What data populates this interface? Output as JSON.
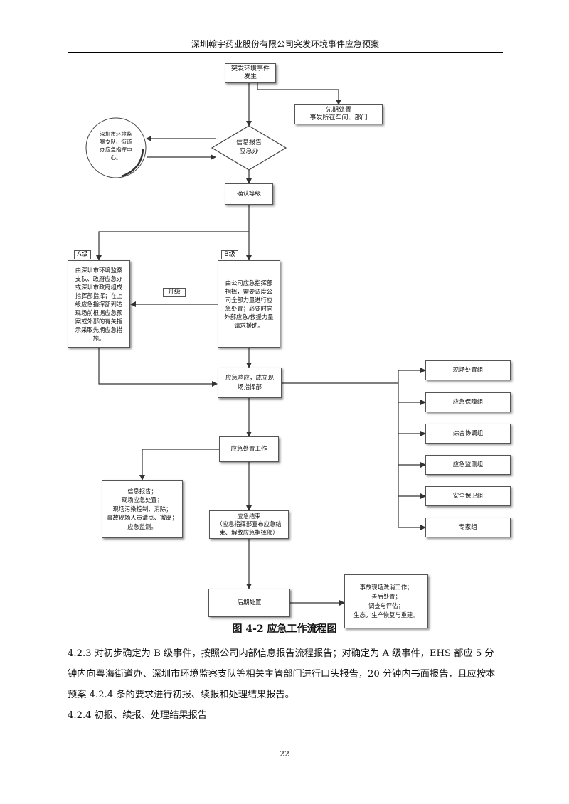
{
  "header": {
    "title": "深圳翰宇药业股份有限公司突发环境事件应急预案"
  },
  "flowchart": {
    "event": "突发环境事件\n发生",
    "first_response": "先期处置\n事发所在车间、部门",
    "info_report": "信息报告\n应急办",
    "external_center": "深圳市环境监\n察支队、街道\n办应急指挥中\n心。",
    "confirm_level": "确认等级",
    "a_level": "A级",
    "b_level": "B级",
    "a_content": "由深圳市环境监察\n支队、政府应急办\n或深圳市政府组成\n指挥部指挥；在上\n级应急指挥部到达\n现场前根据应急预\n案或外部的有关指\n示采取先期应急措\n施。",
    "b_content": "由公司应急指挥部\n指挥，需要调度公\n司全部力量进行应\n急处置；必要时向\n外部应急/救援力量\n请求援助。",
    "upgrade": "升级",
    "response": "应急响应，成立现\n场指挥部",
    "groups": [
      "现场处置组",
      "应急保障组",
      "综合协调组",
      "应急监测组",
      "安全保卫组",
      "专家组"
    ],
    "disposal_work": "应急处置工作",
    "disposal_detail": "信息报告；\n现场应急处置；\n现场污染控制、消除；\n事故现场人员清点、撤离；\n应急监测。",
    "end": "应急结束\n（应急指挥部宣布应急结\n束、解散应急指挥部）",
    "post": "后期处置",
    "post_detail": "事故现场洗消工作；\n善后处置；\n调查与评估；\n生态，生产恢复与重建。"
  },
  "caption": "图 4-2  应急工作流程图",
  "paragraphs": [
    "4.2.3 对初步确定为 B 级事件，按照公司内部信息报告流程报告；对确定为 A 级事件，EHS 部应 5 分钟内向粤海街道办、深圳市环境监察支队等相关主管部门进行口头报告，20 分钟内书面报告，且应按本预案 4.2.4 条的要求进行初报、续报和处理结果报告。",
    "4.2.4  初报、续报、处理结果报告"
  ],
  "page_number": "22"
}
